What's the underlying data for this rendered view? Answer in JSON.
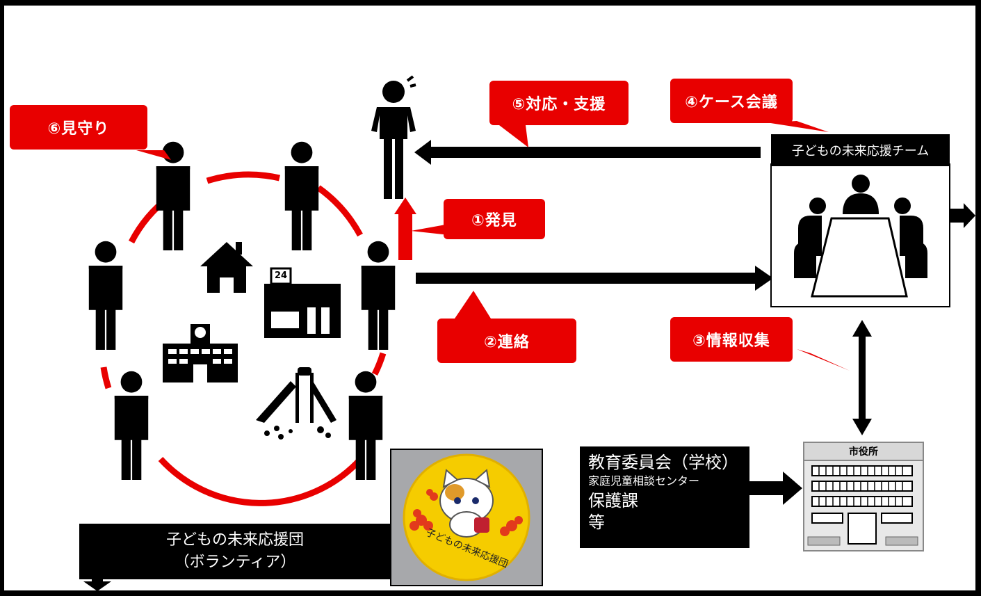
{
  "steps": {
    "discovery": "①発見",
    "contact": "②連絡",
    "info_gathering": "③情報収集",
    "case_meeting": "④ケース会議",
    "response_support": "⑤対応・支援",
    "watching": "⑥見守り"
  },
  "team": {
    "title": "子どもの未来応援チーム"
  },
  "volunteer": {
    "line1": "子どもの未来応援団",
    "line2": "（ボランティア）"
  },
  "agencies": {
    "line1": "教育委員会（学校）",
    "line2": "家庭児童相談センター",
    "line3": "保護課",
    "line4": "等"
  },
  "city_hall": {
    "label": "市役所"
  },
  "icons": {
    "store_number": "24"
  },
  "badge": {
    "text": "子どもの未来応援団"
  },
  "colors": {
    "accent_red": "#e80000",
    "black": "#000000"
  }
}
